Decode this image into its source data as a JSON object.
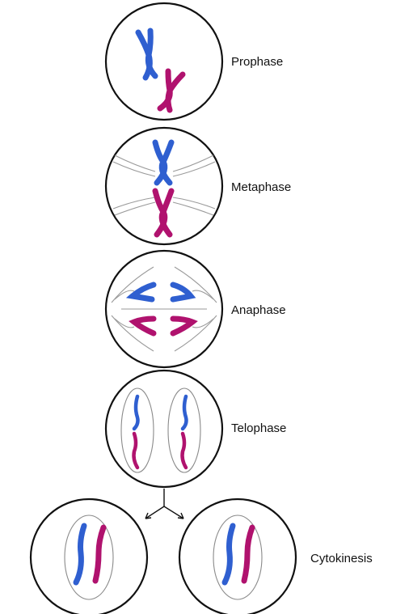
{
  "colors": {
    "blue": "#2f5fd0",
    "magenta": "#b0126e"
  },
  "stages": [
    {
      "label": "Prophase"
    },
    {
      "label": "Metaphase"
    },
    {
      "label": "Anaphase"
    },
    {
      "label": "Telophase"
    },
    {
      "label": "Cytokinesis"
    }
  ]
}
